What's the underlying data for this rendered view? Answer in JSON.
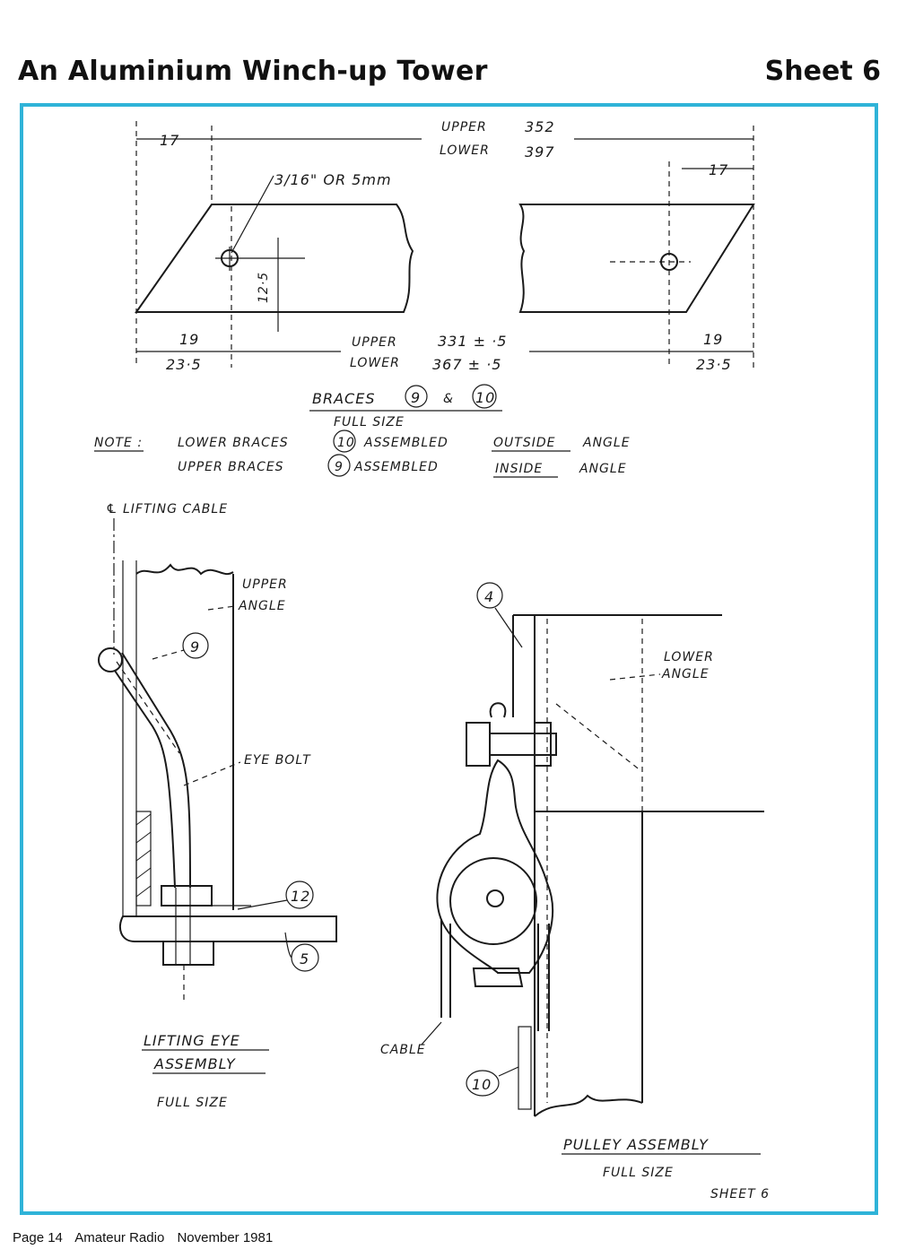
{
  "header": {
    "title": "An Aluminium Winch-up Tower",
    "sheet": "Sheet 6"
  },
  "footer": {
    "page": "Page 14",
    "magazine": "Amateur Radio",
    "date": "November 1981"
  },
  "braces": {
    "dim_top_left": "17",
    "dim_top_right": "17",
    "upper_label": "UPPER",
    "upper_value": "352",
    "lower_label": "LOWER",
    "lower_value": "397",
    "hole_label": "3/16\" OR 5mm",
    "hole_offset": "12·5",
    "bottom_left_upper": "19",
    "bottom_left_lower": "23·5",
    "bottom_mid_upper_label": "UPPER",
    "bottom_mid_upper_value": "331 ± ·5",
    "bottom_mid_lower_label": "LOWER",
    "bottom_mid_lower_value": "367 ± ·5",
    "bottom_right_upper": "19",
    "bottom_right_lower": "23·5",
    "title": "BRACES",
    "title_part_a": "9",
    "title_amp": "&",
    "title_part_b": "10",
    "subtitle": "FULL SIZE"
  },
  "note": {
    "label": "NOTE :",
    "line1_a": "LOWER BRACES",
    "line1_part": "10",
    "line1_b": "ASSEMBLED",
    "line1_c": "OUTSIDE",
    "line1_d": "ANGLE",
    "line2_a": "UPPER BRACES",
    "line2_part": "9",
    "line2_b": "ASSEMBLED",
    "line2_c": "INSIDE",
    "line2_d": "ANGLE"
  },
  "lifting_eye": {
    "cable_label": "℄ LIFTING CABLE",
    "upper_angle_1": "UPPER",
    "upper_angle_2": "ANGLE",
    "part_9": "9",
    "eye_bolt": "EYE BOLT",
    "part_12": "12",
    "part_5": "5",
    "title_1": "LIFTING EYE",
    "title_2": "ASSEMBLY",
    "subtitle": "FULL SIZE"
  },
  "pulley": {
    "part_4": "4",
    "lower_angle_1": "LOWER",
    "lower_angle_2": "ANGLE",
    "cable": "CABLE",
    "part_10": "10",
    "title": "PULLEY ASSEMBLY",
    "subtitle": "FULL SIZE",
    "sheet_note": "SHEET 6"
  }
}
